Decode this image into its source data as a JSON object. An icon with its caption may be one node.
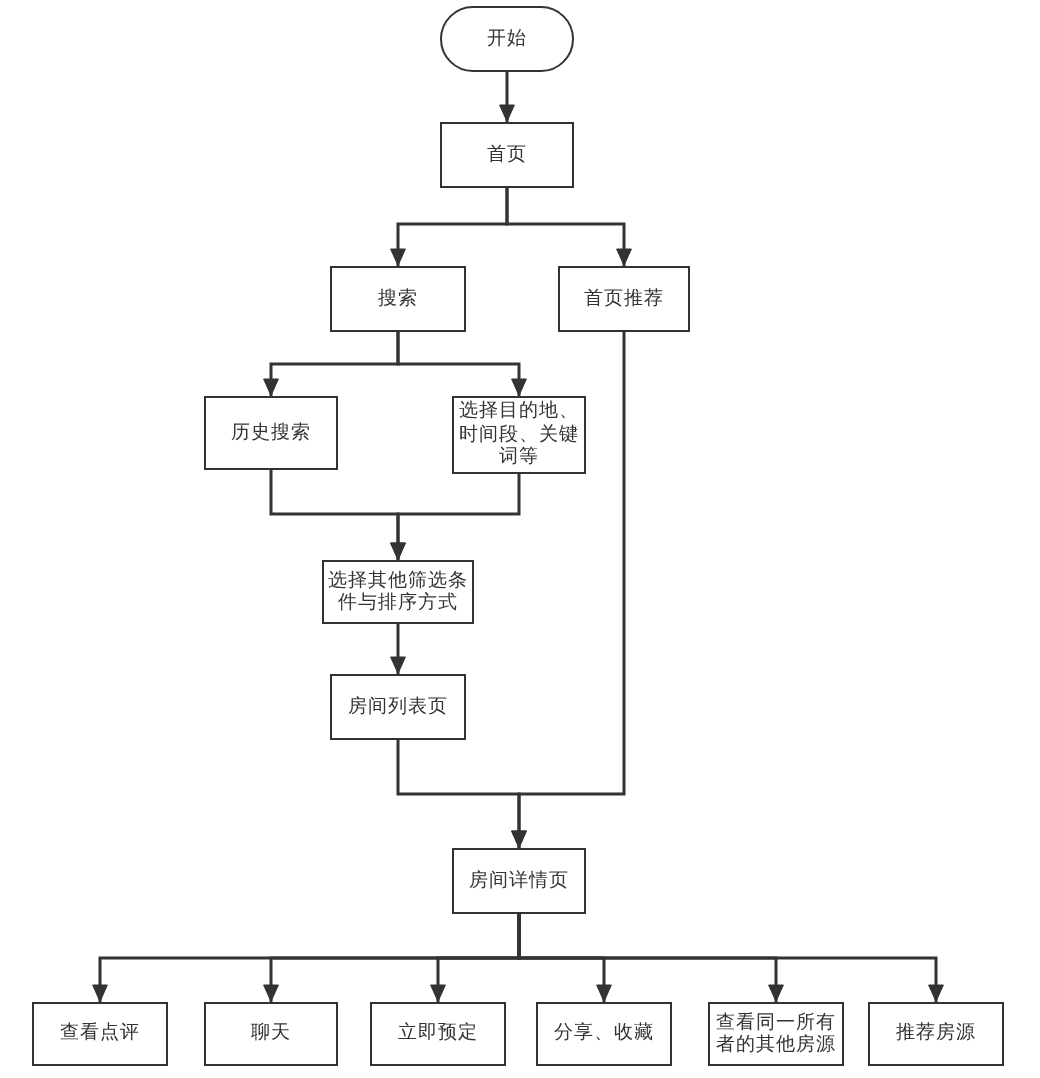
{
  "diagram": {
    "nodes": [
      {
        "text": [
          "开始"
        ]
      },
      {
        "text": [
          "首页"
        ]
      },
      {
        "text": [
          "搜索"
        ]
      },
      {
        "text": [
          "首页推荐"
        ]
      },
      {
        "text": [
          "历史搜索"
        ]
      },
      {
        "text": [
          "选择目的地、时间段、关键词等"
        ]
      },
      {
        "text": [
          "选择其他筛选条件与排序方式"
        ]
      },
      {
        "text": [
          "房间列表页"
        ]
      },
      {
        "text": [
          "房间详情页"
        ]
      },
      {
        "text": [
          "查看点评"
        ]
      },
      {
        "text": [
          "聊天"
        ]
      },
      {
        "text": [
          "立即预定"
        ]
      },
      {
        "text": [
          "分享、收藏"
        ]
      },
      {
        "text": [
          "查看同一所有者的其他房源"
        ]
      },
      {
        "text": [
          "推荐房源"
        ]
      }
    ],
    "edges": [
      {
        "from": 0,
        "to": 1,
        "arrow": "to"
      },
      {
        "from": 1,
        "to": 2,
        "arrow": "to"
      },
      {
        "from": 1,
        "to": 3,
        "arrow": "to"
      },
      {
        "from": 2,
        "to": 4,
        "arrow": "to"
      },
      {
        "from": 2,
        "to": 5,
        "arrow": "to"
      },
      {
        "from": 4,
        "to": 6,
        "arrow": "to"
      },
      {
        "from": 5,
        "to": 6,
        "arrow": "to"
      },
      {
        "from": 6,
        "to": 7,
        "arrow": "to"
      },
      {
        "from": 7,
        "to": 8,
        "arrow": "to"
      },
      {
        "from": 3,
        "to": 8,
        "arrow": "to"
      },
      {
        "from": 8,
        "to": 9,
        "arrow": "to"
      },
      {
        "from": 8,
        "to": 10,
        "arrow": "to"
      },
      {
        "from": 8,
        "to": 11,
        "arrow": "to"
      },
      {
        "from": 8,
        "to": 12,
        "arrow": "to"
      },
      {
        "from": 8,
        "to": 13,
        "arrow": "to"
      },
      {
        "from": 8,
        "to": 14,
        "arrow": "to"
      }
    ]
  }
}
